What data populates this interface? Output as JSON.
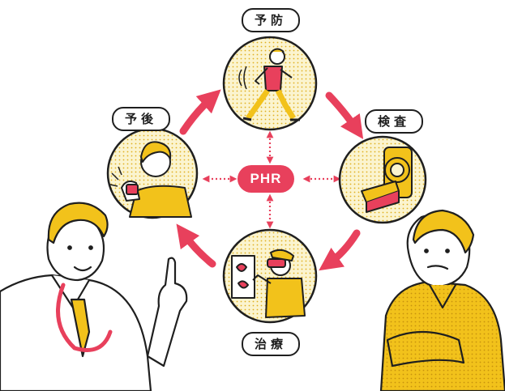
{
  "labels": {
    "prevention": "予防",
    "exam": "検査",
    "treatment": "治療",
    "prognosis": "予後",
    "center": "PHR"
  },
  "colors": {
    "accent": "#e8405c",
    "yellow": "#f2c21b",
    "outline": "#1f1f1f",
    "skin": "#ffffff"
  },
  "icons": {
    "prevention": "walking-man-icon",
    "exam": "ct-scanner-icon",
    "treatment": "vr-rehab-icon",
    "prognosis": "smartwatch-man-icon",
    "doctor": "doctor-icon",
    "patient": "patient-icon"
  }
}
